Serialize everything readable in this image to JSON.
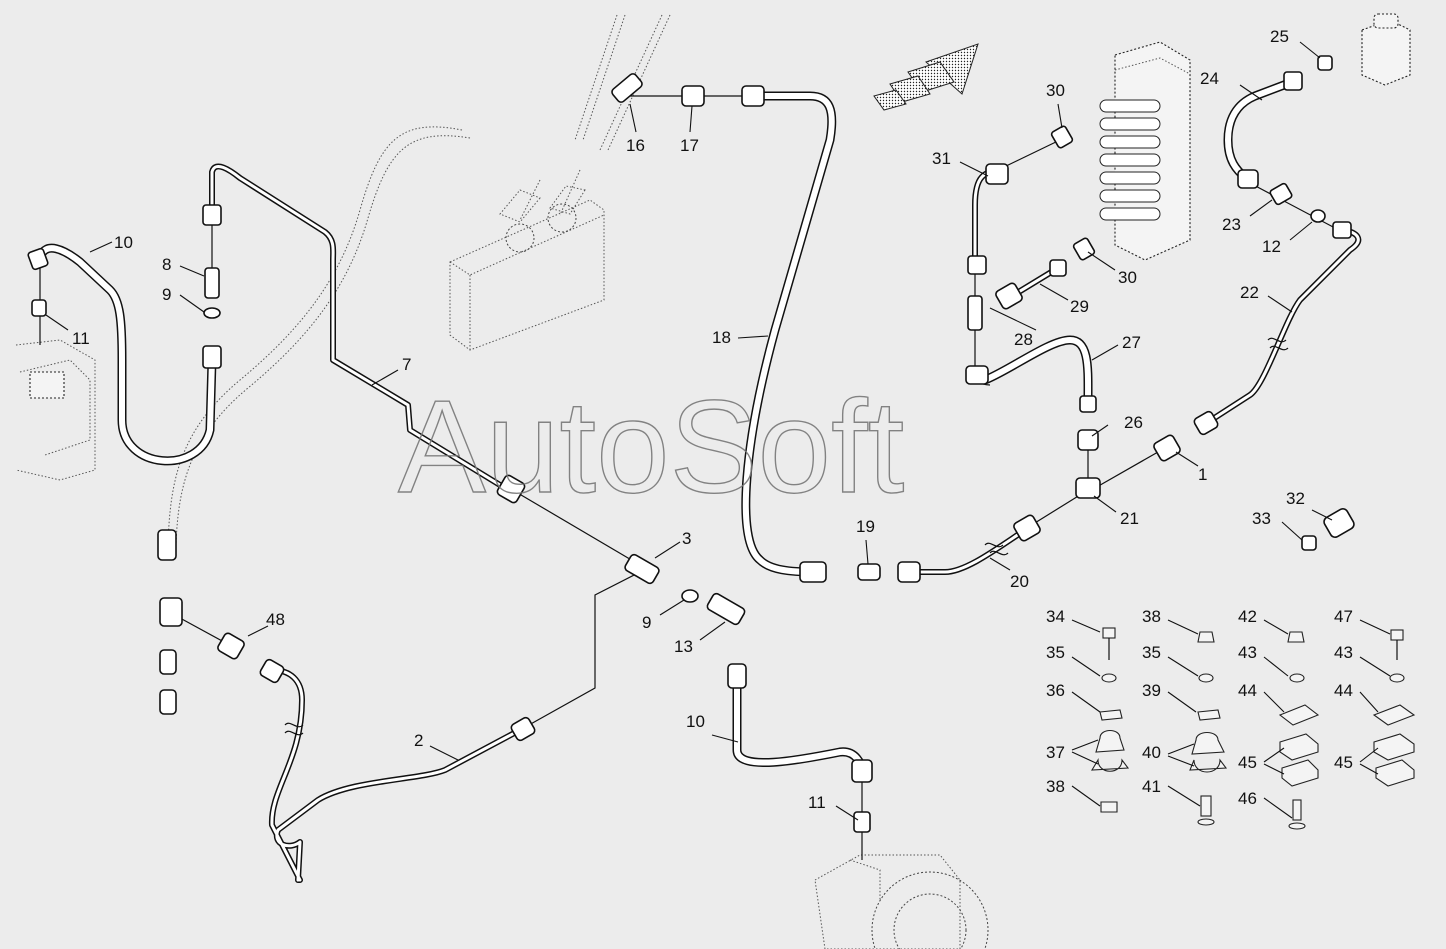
{
  "watermark": "AutoSoft",
  "callouts": {
    "c1": "1",
    "c2": "2",
    "c3": "3",
    "c7": "7",
    "c8": "8",
    "c9a": "9",
    "c9b": "9",
    "c10a": "10",
    "c10b": "10",
    "c11a": "11",
    "c11b": "11",
    "c12": "12",
    "c13": "13",
    "c16": "16",
    "c17": "17",
    "c18": "18",
    "c19": "19",
    "c20": "20",
    "c21": "21",
    "c22": "22",
    "c23": "23",
    "c24": "24",
    "c25": "25",
    "c26": "26",
    "c27": "27",
    "c28": "28",
    "c29": "29",
    "c30a": "30",
    "c30b": "30",
    "c31": "31",
    "c32": "32",
    "c33": "33",
    "c48": "48"
  },
  "clamp_kits": {
    "col1": [
      "34",
      "35",
      "36",
      "37",
      "38"
    ],
    "col2": [
      "38",
      "35",
      "39",
      "40",
      "41"
    ],
    "col3": [
      "42",
      "43",
      "44",
      "45",
      "46"
    ],
    "col4": [
      "47",
      "43",
      "44",
      "45"
    ]
  },
  "colors": {
    "background": "#ececec",
    "line": "#111111",
    "dotted": "#555555"
  }
}
